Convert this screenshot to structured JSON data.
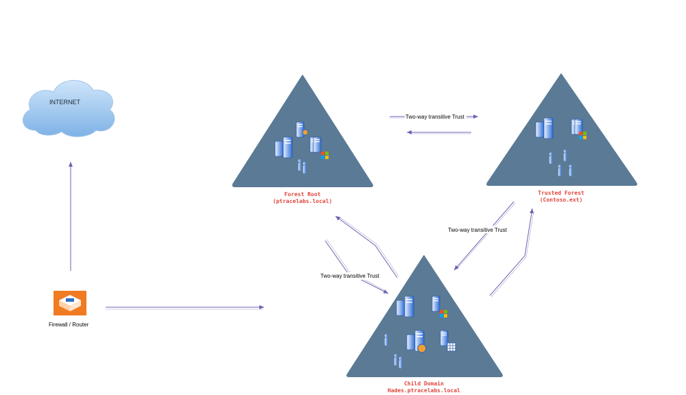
{
  "internet": {
    "label": "INTERNET"
  },
  "firewall": {
    "label": "Firewall / Router",
    "icon": "router-icon"
  },
  "forest_root": {
    "title": "Forest Root",
    "subtitle": "(ptracelabs.local)"
  },
  "trusted_forest": {
    "title": "Trusted Forest",
    "subtitle": "(Contoso.ext)"
  },
  "child_domain": {
    "title": "Child Domain",
    "subtitle": "Hades.ptracelabs.local"
  },
  "trusts": {
    "root_trusted": "Two-way transitive Trust",
    "child_trusted": "Two-way transitive Trust",
    "root_child": "Two-way transitive Trust"
  },
  "colors": {
    "domain_fill": "#5b7a95",
    "label_red": "#e0453c",
    "arrow": "#6a62b0",
    "cloud": "#a9cdf0",
    "router_bg": "#f07b22"
  }
}
